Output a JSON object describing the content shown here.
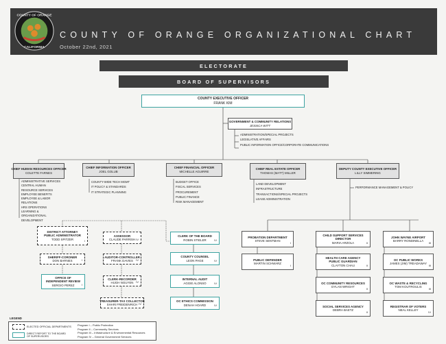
{
  "header": {
    "title": "COUNTY OF ORANGE ORGANIZATIONAL CHART",
    "date": "October 22nd, 2021",
    "seal_text_top": "COUNTY OF ORANGE",
    "seal_text_bottom": "CALIFORNIA"
  },
  "electorate": "ELECTORATE",
  "board": "BOARD OF SUPERVISORS",
  "ceo": {
    "title": "COUNTY EXECUTIVE OFFICER",
    "name": "FRANK KIM"
  },
  "gov_relations": {
    "title": "GOVERNMENT & COMMUNITY RELATIONS",
    "name": "JESSICA WITT"
  },
  "ceo_functions": [
    "ADMINISTRATION/SPECIAL PROJECTS",
    "LEGISLATIVE AFFAIRS",
    "PUBLIC INFORMATION OFFICE/CORPORATE COMMUNICATIONS"
  ],
  "officers": [
    {
      "title": "CHIEF HUMAN RESOURCES OFFICER",
      "name": "COLETTE FARNES",
      "functions": [
        "ADMINISTRATIVE SERVICES",
        "CENTRAL HUMAN RESOURCE SERVICES",
        "EMPLOYEE BENEFITS",
        "EMPLOYEE & LABOR RELATIONS",
        "HRS OPERATIONS",
        "LEARNING & ORGANIZATIONAL DEVELOPMENT"
      ]
    },
    {
      "title": "CHIEF INFORMATION OFFICER",
      "name": "JOEL GOLUB",
      "functions": [
        "COUNTY-WIDE TECH MGMT",
        "IT POLICY & STANDARDS",
        "IT STRATEGIC PLANNING"
      ]
    },
    {
      "title": "CHIEF FINANCIAL OFFICER",
      "name": "MICHELLE AGUIRRE",
      "functions": [
        "BUDGET OFFICE",
        "FISCAL SERVICES",
        "PROCUREMENT",
        "PUBLIC FINANCE",
        "RISK MANAGEMENT"
      ]
    },
    {
      "title": "CHIEF REAL ESTATE OFFICER",
      "name": "THOMAS (MATT) MILLER",
      "functions": [
        "LAND DEVELOPMENT",
        "INFRASTRUCTURE",
        "TRANSACTIONS/SPECIAL PROJECTS",
        "LEASE ADMINISTRATION"
      ]
    },
    {
      "title": "DEPUTY COUNTY EXECUTIVE OFFICER",
      "name": "LILLY SIMMERING",
      "functions": [
        "PERFORMANCE MANAGEMENT & POLICY"
      ]
    }
  ],
  "elected_left": [
    {
      "title": "DISTRICT ATTORNEY PUBLIC ADMINISTRATOR",
      "name": "TODD SPITZER",
      "program": "I"
    },
    {
      "title": "SHERIFF-CORONER",
      "name": "DON BARNES",
      "program": "I"
    },
    {
      "title": "OFFICE OF INDEPENDENT REVIEW",
      "name": "SERGIO PEREZ",
      "program": "I"
    }
  ],
  "elected_mid": [
    {
      "title": "ASSESSOR",
      "name": "CLAUDE PARRISH",
      "program": "IV"
    },
    {
      "title": "AUDITOR-CONTROLLER",
      "name": "FRANK DAVIES",
      "program": "IV"
    },
    {
      "title": "CLERK-RECORDER",
      "name": "HUGH NGUYEN",
      "program": "IV"
    },
    {
      "title": "TREASURER-TAX COLLECTOR",
      "name": "SHARI FREIDENRICH",
      "program": "IV"
    }
  ],
  "board_direct": [
    {
      "title": "CLERK OF THE BOARD",
      "name": "ROBIN STIELER",
      "program": "IV"
    },
    {
      "title": "COUNTY COUNSEL",
      "name": "LEON PAGE",
      "program": "IV"
    },
    {
      "title": "INTERNAL AUDIT",
      "name": "AGGIE ALONSO",
      "program": "IV"
    },
    {
      "title": "OC ETHICS COMMISSION",
      "name": "DENAH HOARD",
      "program": "IV"
    }
  ],
  "col_probation": [
    {
      "title": "PROBATION DEPARTMENT",
      "name": "STEVE SENTMAN",
      "program": "I"
    },
    {
      "title": "PUBLIC DEFENDER",
      "name": "MARTIN SCHWARZ",
      "program": "I"
    }
  ],
  "col_social": [
    {
      "title": "CHILD SUPPORT SERVICES DIRECTOR",
      "name": "MARIA ARZOLA",
      "program": "II"
    },
    {
      "title": "HEALTH CARE AGENCY PUBLIC GUARDIAN",
      "name": "CLAYTON CHAU",
      "program": "II"
    },
    {
      "title": "OC COMMUNITY RESOURCES",
      "name": "DYLAN WRIGHT",
      "program": "II"
    },
    {
      "title": "SOCIAL SERVICES AGENCY",
      "name": "DEBRA BAETZ",
      "program": "II"
    }
  ],
  "col_infra": [
    {
      "title": "JOHN WAYNE AIRPORT",
      "name": "BARRY RONDINELLA",
      "program": "III"
    },
    {
      "title": "OC PUBLIC WORKS",
      "name": "JAMES (JIM) TREADAWAY",
      "program": "III"
    },
    {
      "title": "OC WASTE & RECYCLING",
      "name": "TOM KOUTROULIS",
      "program": "III"
    },
    {
      "title": "REGISTRAR OF VOTERS",
      "name": "NEAL KELLEY",
      "program": "IV"
    }
  ],
  "legend": {
    "title": "LEGEND",
    "elected": "ELECTED OFFICIAL DEPARTMENTS",
    "direct": "DIRECT REPORT TO THE BOARD OF SUPERVISORS",
    "programs": [
      "Program I – Public Protection",
      "Program II – Community Services",
      "Program III – Infrastructure & Environmental Resources",
      "Program IV – General Government Services"
    ]
  }
}
